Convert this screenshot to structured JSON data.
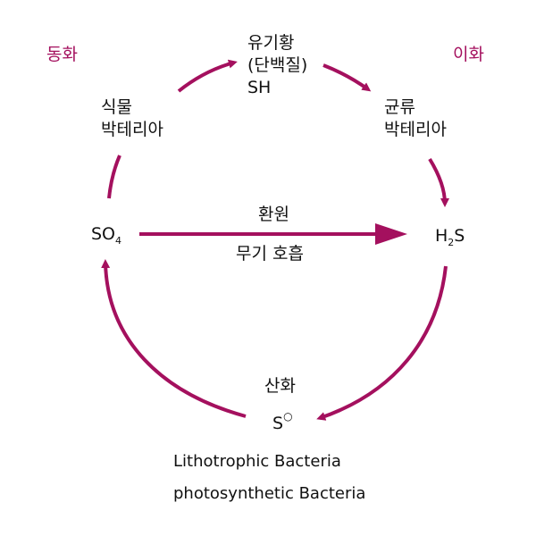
{
  "colors": {
    "arrow": "#a4105e",
    "label_accent": "#a4105e",
    "text": "#111111"
  },
  "labels": {
    "assimilation": "동화",
    "dissimilation": "이화",
    "organic_sulfur": "유기황",
    "protein": "(단백질)",
    "sh": "SH",
    "plant": "식물",
    "bacteria_left": "박테리아",
    "fungi": "균류",
    "bacteria_right": "박테리아",
    "reduction": "환원",
    "inorganic_respiration": "무기 호흡",
    "so4_base": "SO",
    "so4_sub": "4",
    "h2s_h": "H",
    "h2s_sub": "2",
    "h2s_s": "S",
    "oxidation": "산화",
    "s_base": "S",
    "s_sup": "○",
    "lithotrophic": "Lithotrophic Bacteria",
    "photosynthetic": "photosynthetic Bacteria"
  },
  "arrows": [
    {
      "name": "arrow-plant-to-organic",
      "from": "식물 박테리아",
      "to": "유기황"
    },
    {
      "name": "arrow-organic-to-fungi",
      "from": "유기황",
      "to": "균류 박테리아"
    },
    {
      "name": "arrow-fungi-to-h2s",
      "from": "균류 박테리아",
      "to": "H2S"
    },
    {
      "name": "arrow-so4-to-h2s",
      "from": "SO4",
      "to": "H2S"
    },
    {
      "name": "arrow-h2s-to-s",
      "from": "H2S",
      "to": "S°"
    },
    {
      "name": "arrow-s-to-so4",
      "from": "S°",
      "to": "SO4"
    },
    {
      "name": "arc-so4-to-plant",
      "from": "SO4",
      "to": "식물 박테리아"
    }
  ]
}
